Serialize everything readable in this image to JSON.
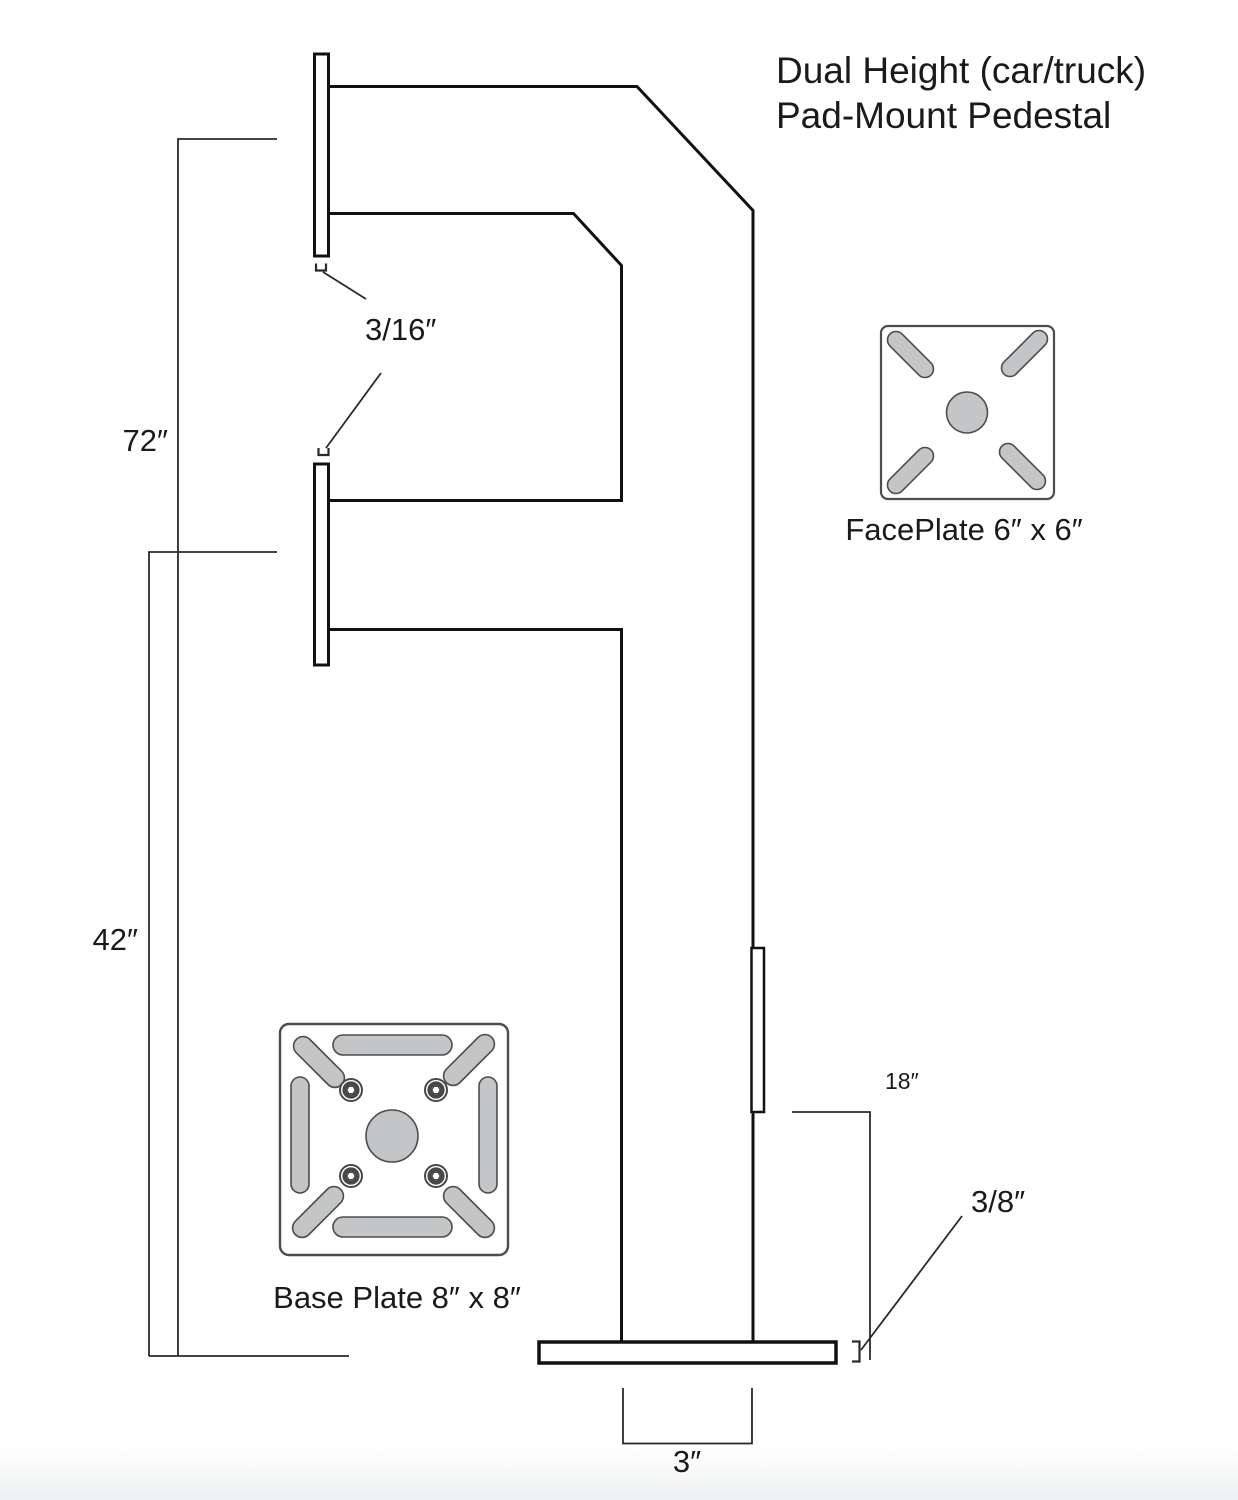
{
  "title": {
    "line1": "Dual Height (car/truck)",
    "line2": "Pad-Mount Pedestal"
  },
  "dimensions": {
    "faceplate_thickness": "3/16″",
    "upper_height": "72″",
    "lower_height": "42″",
    "tab_height": "18″",
    "base_plate_thickness": "3/8″",
    "post_width": "3″"
  },
  "labels": {
    "faceplate_detail": "FacePlate 6″ x 6″",
    "baseplate_detail": "Base Plate 8″ x 8″"
  },
  "colors": {
    "outline": "#111111",
    "dimension_line": "#2a2a2a",
    "detail_stroke": "#4d4d4d",
    "slot_fill": "#c3c5c7",
    "background": "#ffffff"
  }
}
